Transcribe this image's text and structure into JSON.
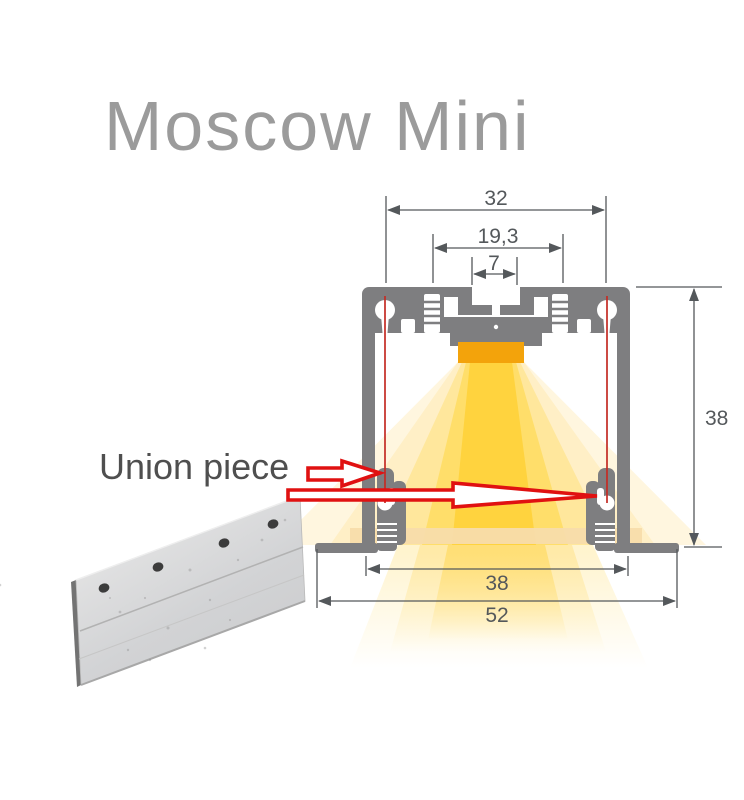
{
  "title": "Moscow Mini",
  "annotation": {
    "union_piece": "Union piece"
  },
  "diagram": {
    "dimensions": {
      "top_outer": "32",
      "top_middle": "19,3",
      "top_inner": "7",
      "side_height": "38",
      "bottom_inner": "38",
      "bottom_outer": "52"
    }
  },
  "colors": {
    "profile_gray": "#7e7e80",
    "dimension_gray": "#54585b",
    "title_gray": "#9b9b9b",
    "annotation_red": "#e01111",
    "led_orange": "#f3a30b",
    "beam_yellow": "#ffd23b",
    "beam_pale": "#fff6df",
    "ceiling_glow": "#f8dcab",
    "plate_metal": "#d9d9da"
  }
}
